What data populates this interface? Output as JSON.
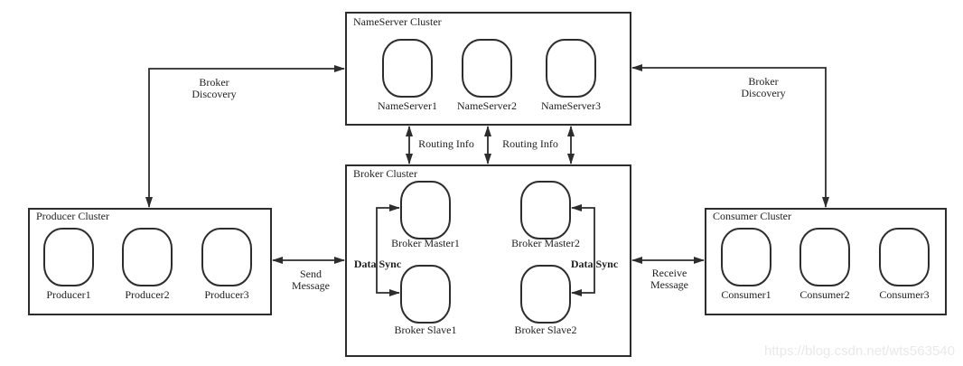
{
  "diagram": {
    "kind": "rocketmq-architecture",
    "clusters": {
      "nameserver": {
        "title": "NameServer Cluster",
        "nodes": [
          "NameServer1",
          "NameServer2",
          "NameServer3"
        ]
      },
      "broker": {
        "title": "Broker Cluster",
        "nodes": [
          "Broker Master1",
          "Broker Master2",
          "Broker Slave1",
          "Broker Slave2"
        ]
      },
      "producer": {
        "title": "Producer Cluster",
        "nodes": [
          "Producer1",
          "Producer2",
          "Producer3"
        ]
      },
      "consumer": {
        "title": "Consumer Cluster",
        "nodes": [
          "Consumer1",
          "Consumer2",
          "Consumer3"
        ]
      }
    },
    "edge_labels": {
      "broker_discovery_left": {
        "line1": "Broker",
        "line2": "Discovery"
      },
      "broker_discovery_right": {
        "line1": "Broker",
        "line2": "Discovery"
      },
      "routing_info_left": "Routing Info",
      "routing_info_right": "Routing Info",
      "send_message": {
        "line1": "Send",
        "line2": "Message"
      },
      "receive_message": {
        "line1": "Receive",
        "line2": "Message"
      },
      "data_sync_left": "Data Sync",
      "data_sync_right": "Data Sync"
    },
    "watermark": "https://blog.csdn.net/wts563540",
    "colors": {
      "line": "#2d2d2d",
      "text": "#1f1f1f",
      "background": "#ffffff",
      "watermark": "#e9e9e9"
    }
  }
}
